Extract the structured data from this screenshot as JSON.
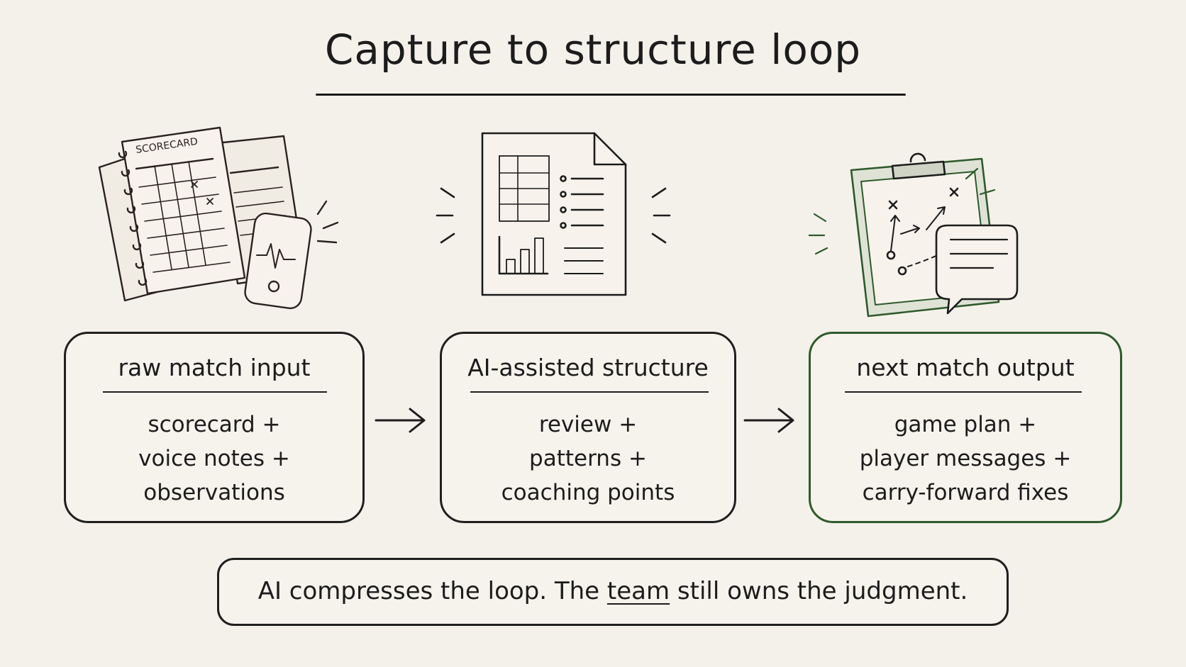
{
  "title": "Capture to structure loop",
  "steps": [
    {
      "title": "raw match input",
      "lines": [
        "scorecard +",
        "voice notes +",
        "observations"
      ],
      "illustration": "scorecard-and-phone-icon"
    },
    {
      "title": "AI-assisted structure",
      "lines": [
        "review +",
        "patterns +",
        "coaching points"
      ],
      "illustration": "structured-report-icon"
    },
    {
      "title": "next match output",
      "lines": [
        "game plan +",
        "player messages +",
        "carry-forward fixes"
      ],
      "illustration": "tactics-clipboard-icon"
    }
  ],
  "illustration_text": {
    "scorecard_label": "SCORECARD"
  },
  "note": {
    "before": "AI compresses the loop. The ",
    "emphasis": "team",
    "after": " still owns the judgment."
  },
  "colors": {
    "ink": "#1c1c1c",
    "background": "#f4f1ea",
    "accent_green": "#2f5a2c"
  }
}
